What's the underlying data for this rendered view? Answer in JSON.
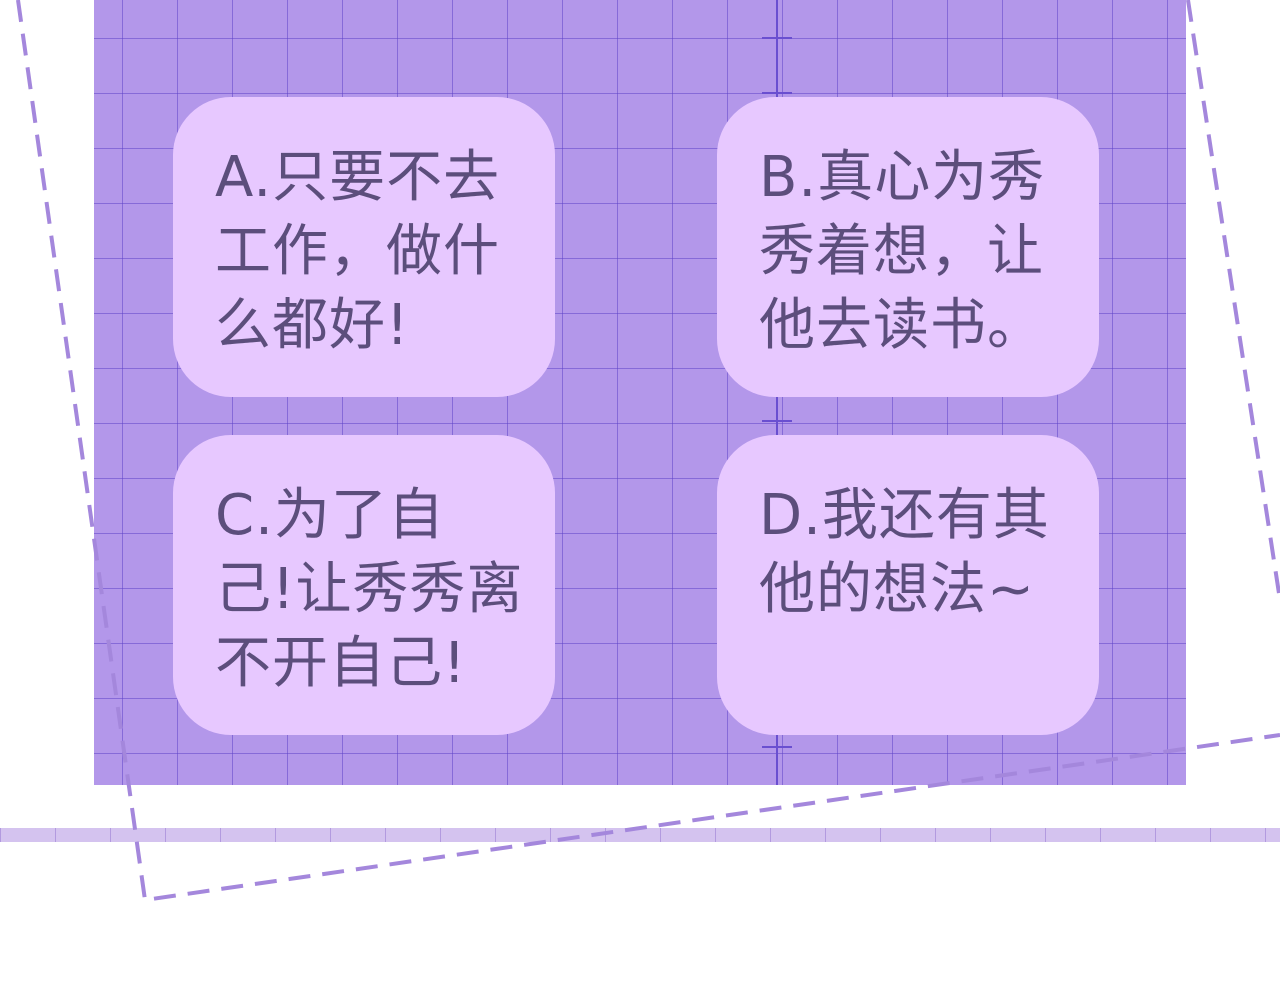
{
  "options": [
    {
      "id": "a",
      "text": "A.只要不去工作，做什么都好!"
    },
    {
      "id": "b",
      "text": "B.真心为秀秀着想，让他去读书。"
    },
    {
      "id": "c",
      "text": "C.为了自己!让秀秀离不开自己!"
    },
    {
      "id": "d",
      "text": "D.我还有其他的想法~"
    }
  ],
  "colors": {
    "panel": "#b397ea",
    "grid_line": "#6046c8",
    "card": "#e7c8ff",
    "card_text": "#5c4e7c",
    "dashed_frame": "#a487dc"
  }
}
